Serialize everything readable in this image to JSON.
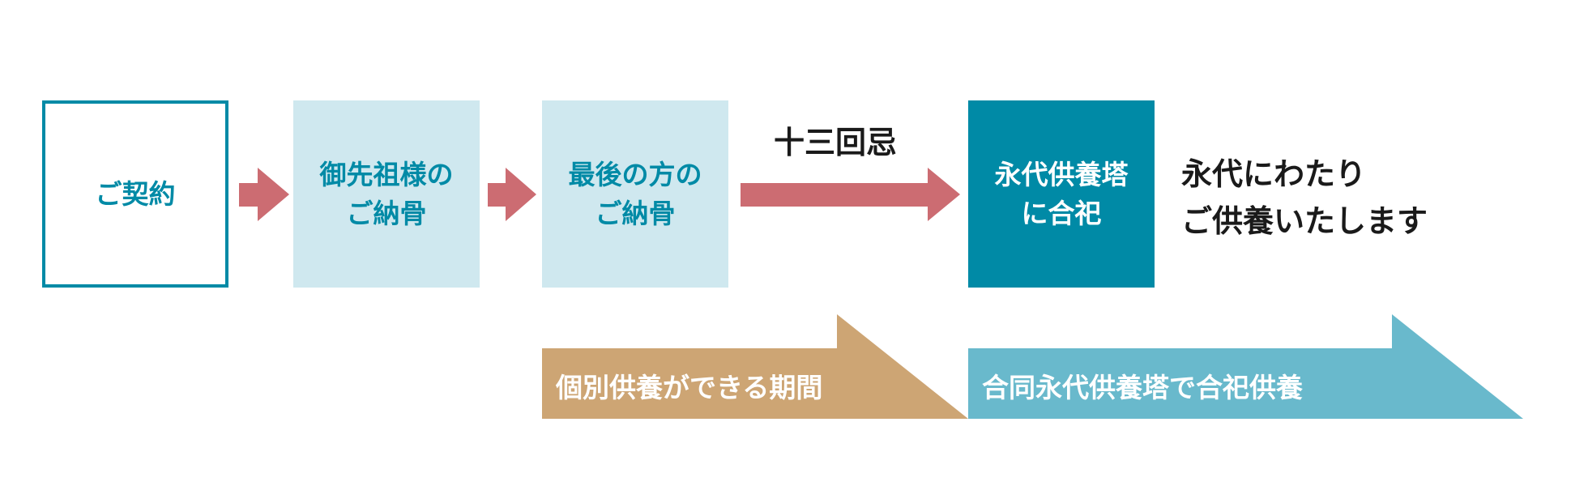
{
  "steps": [
    {
      "label": "ご契約"
    },
    {
      "line1": "御先祖様の",
      "line2": "ご納骨"
    },
    {
      "line1": "最後の方の",
      "line2": "ご納骨"
    },
    {
      "line1": "永代供養塔",
      "line2": "に合祀"
    }
  ],
  "milestone_label": "十三回忌",
  "forever_text": {
    "line1": "永代にわたり",
    "line2": "ご供養いたします"
  },
  "periods": [
    {
      "label": "個別供養ができる期間",
      "color": "#cda574"
    },
    {
      "label": "合同永代供養塔で合祀供養",
      "color": "#69b9cc"
    }
  ],
  "colors": {
    "accent": "#008aa6",
    "light_box": "#cfe8ef",
    "arrow": "#cc6c72"
  }
}
